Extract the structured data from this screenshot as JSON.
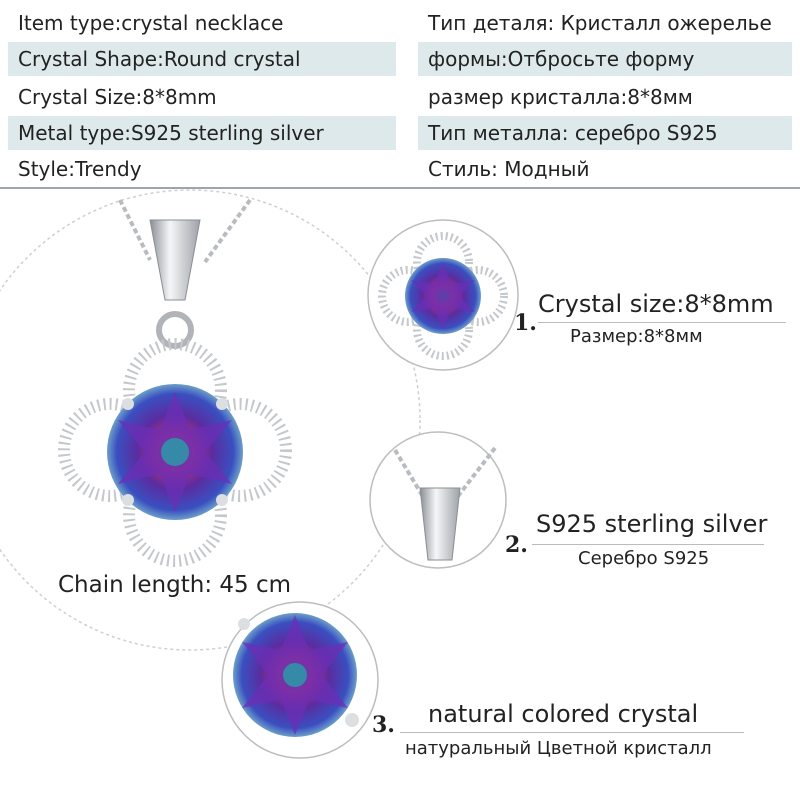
{
  "specs": {
    "en": [
      "Item type:crystal necklace",
      "Crystal Shape:Round crystal",
      "Crystal Size:8*8mm",
      "Metal type:S925 sterling silver",
      "Style:Trendy"
    ],
    "ru": [
      "Тип деталя: Кристалл ожерелье",
      "формы:Отбросьте форму",
      "размер кристалла:8*8мм",
      "Тип металла: серебро S925",
      "Стиль: Модный"
    ]
  },
  "chain_length": "Chain length: 45 cm",
  "features": [
    {
      "number": "1.",
      "title": "Crystal size:8*8mm",
      "subtitle": "Размер:8*8мм"
    },
    {
      "number": "2.",
      "title": "S925 sterling silver",
      "subtitle": "Серебро S925"
    },
    {
      "number": "3.",
      "title": "natural colored crystal",
      "subtitle": "натуральный Цветной кристалл"
    }
  ],
  "colors": {
    "row_shade": "#dde9ea",
    "crystal_purple": "#5b2ca0",
    "silver": "#c8ccd0"
  }
}
